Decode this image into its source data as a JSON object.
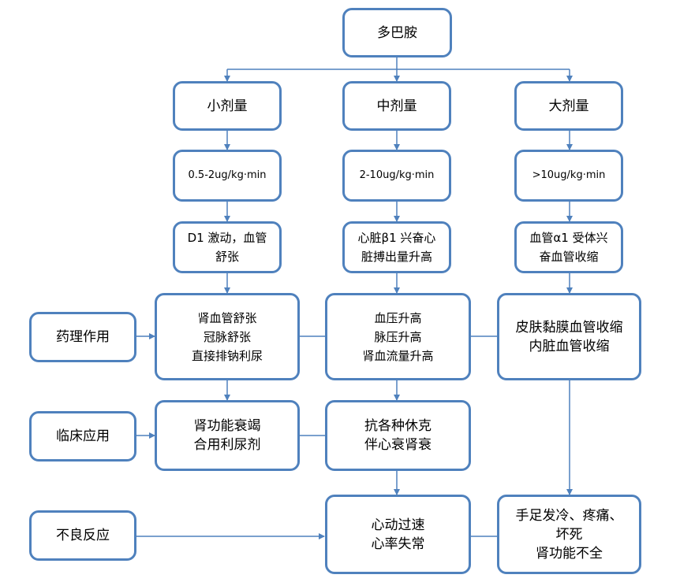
{
  "root": "多巴胺",
  "doses": {
    "small": {
      "label": "小剂量",
      "rate": "0.5-2ug/kg·min",
      "receptor": [
        "D1 激动，血管",
        "舒张"
      ],
      "pharmacology": [
        "肾血管舒张",
        "冠脉舒张",
        "直接排钠利尿"
      ],
      "clinical": [
        "肾功能衰竭",
        "合用利尿剂"
      ]
    },
    "medium": {
      "label": "中剂量",
      "rate": "2-10ug/kg·min",
      "receptor": [
        "心脏β1 兴奋心",
        "脏搏出量升高"
      ],
      "pharmacology": [
        "血压升高",
        "脉压升高",
        "肾血流量升高"
      ],
      "clinical": [
        "抗各种休克",
        "伴心衰肾衰"
      ],
      "adverse": [
        "心动过速",
        "心率失常"
      ]
    },
    "large": {
      "label": "大剂量",
      "rate": ">10ug/kg·min",
      "receptor": [
        "血管α1 受体兴",
        "奋血管收缩"
      ],
      "pharmacology": [
        "皮肤黏膜血管收缩",
        "内脏血管收缩"
      ],
      "adverse": [
        "手足发冷、疼痛、",
        "坏死",
        "肾功能不全"
      ]
    }
  },
  "categories": {
    "pharmacology": "药理作用",
    "clinical": "临床应用",
    "adverse": "不良反应"
  },
  "colors": {
    "border": "#4f81bd",
    "line": "#4f81bd",
    "background": "#ffffff",
    "text": "#000000"
  }
}
